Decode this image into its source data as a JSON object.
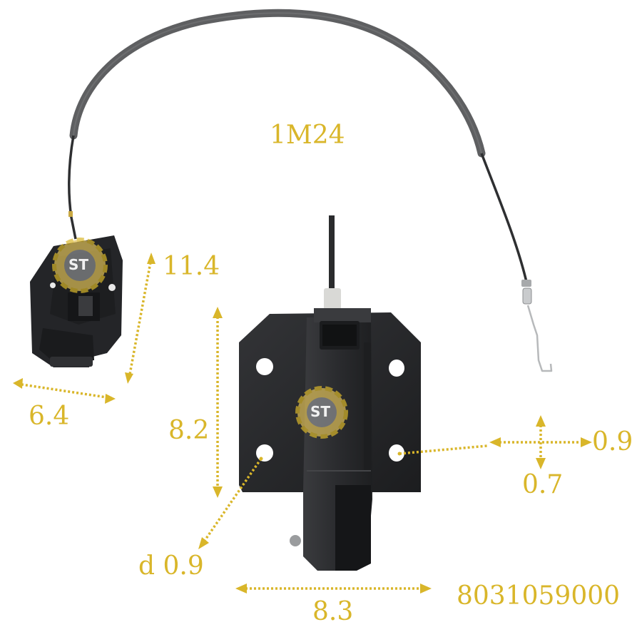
{
  "product": {
    "model_code": "1M24",
    "part_number": "8031059000"
  },
  "dimensions": {
    "height_small": "11.4",
    "width_small": "6.4",
    "height_main": "8.2",
    "width_main": "8.3",
    "hole_diameter": "d 0.9",
    "slot_width": "0.9",
    "slot_height": "0.7"
  },
  "watermark": {
    "text": "ST"
  },
  "colors": {
    "accent": "#d9b62a",
    "part_body": "#2b2c2f",
    "cable_sheath": "#5e5f61"
  }
}
